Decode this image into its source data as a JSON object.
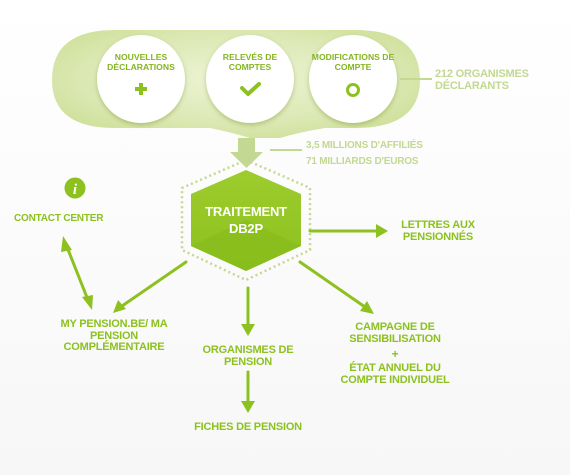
{
  "colors": {
    "accent": "#8cc11f",
    "pale": "#c3d892",
    "band": "#dfeab7"
  },
  "inputs": [
    {
      "label": "NOUVELLES DÉCLARATIONS",
      "icon": "plus-icon"
    },
    {
      "label": "RELEVÉS DE COMPTES",
      "icon": "check-icon"
    },
    {
      "label": "MODIFICATIONS DE COMPTE",
      "icon": "ring-icon"
    }
  ],
  "organismes_declarants": "212 ORGANISMES DÉCLARANTS",
  "affilies": "3,5 MILLIONS D'AFFILIÉS",
  "milliards": "71 MILLIARDS D'EUROS",
  "center": {
    "line1": "TRAITEMENT",
    "line2": "DB2P"
  },
  "info_icon": "info-icon",
  "contact_center": "CONTACT CENTER",
  "lettres": "LETTRES AUX PENSIONNÉS",
  "mypension": "MY PENSION.BE/ MA PENSION COMPLÉMENTAIRE",
  "organismes_pension": "ORGANISMES DE PENSION",
  "fiches": "FICHES DE PENSION",
  "campagne": "CAMPAGNE DE SENSIBILISATION",
  "plus_sign": "+",
  "etat": "ÉTAT ANNUEL DU COMPTE INDIVIDUEL"
}
